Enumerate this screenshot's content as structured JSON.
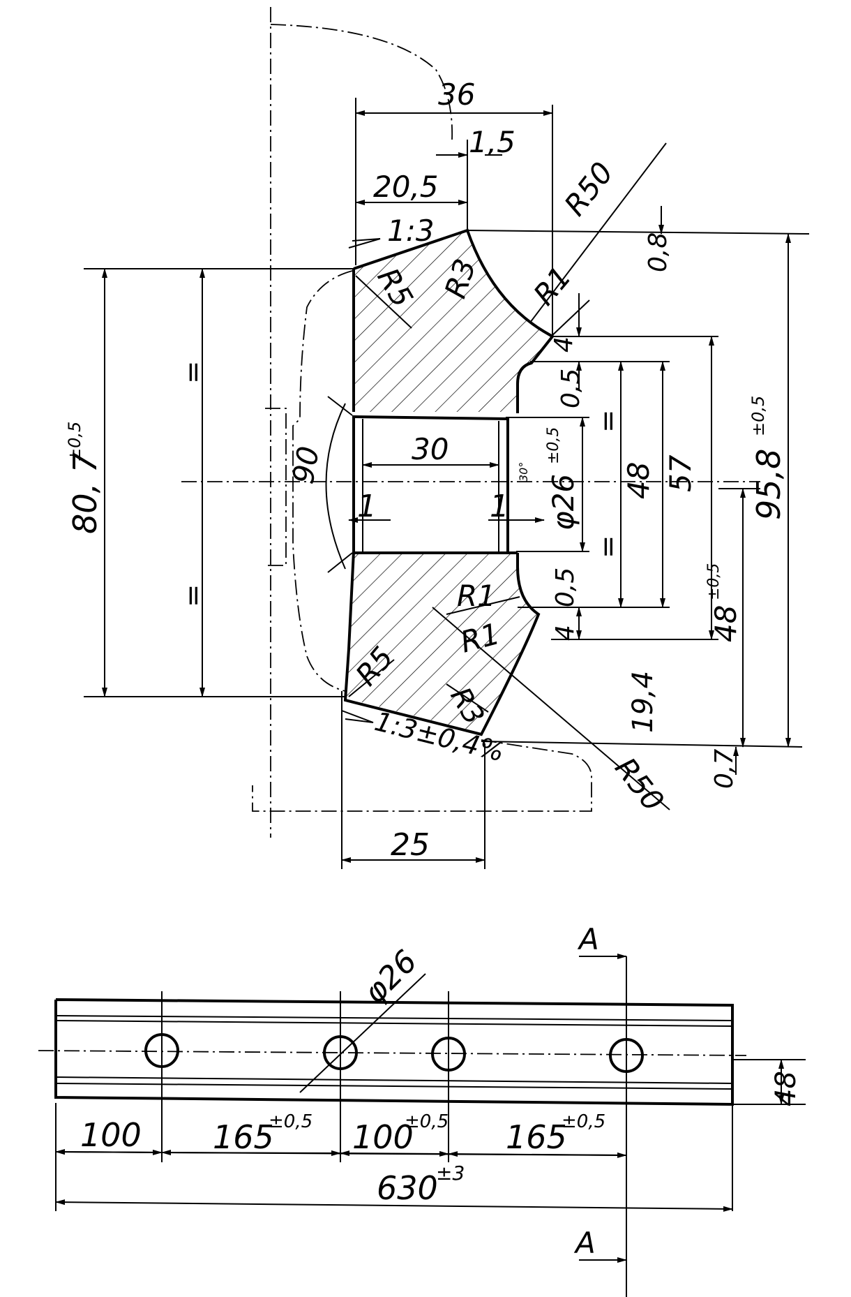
{
  "profile": {
    "dims": {
      "d36": "36",
      "d1_5": "1,5",
      "d20_5": "20,5",
      "r50_top": "R50",
      "slope_top": "1:3",
      "r3_top": "R3",
      "r5_top": "R5",
      "r1_top": "R1",
      "d0_8": "0,8",
      "d4_top": "4",
      "d0_5_top": "0,5",
      "eq_top_left": "=",
      "eq_bottom_left": "=",
      "eq_top_right": "=",
      "eq_bottom_right": "=",
      "angle90": "90",
      "d30": "30",
      "d1_left": "1",
      "d1_right": "1",
      "deg30": "30°",
      "hole_dia": "φ26",
      "hole_dia_tol": "±0,5",
      "d48": "48",
      "d57": "57",
      "h80_7": "80, 7",
      "h80_7_tol": "±0,5",
      "h95_8": "95,8",
      "h95_8_tol": "±0,5",
      "d48_tol_main": "48",
      "d48_tol": "±0,5",
      "r1_mid": "R1",
      "r1_low": "R1",
      "d4_bottom": "4",
      "d0_5_bottom": "0,5",
      "r5_bottom": "R5",
      "r3_bottom": "R3",
      "slope_bottom": "1:3±0,4%",
      "d19_4": "19,4",
      "d0_7": "0,7",
      "r50_bottom": "R50",
      "d25": "25"
    }
  },
  "plan": {
    "hole_label": "φ26",
    "section_top": "A",
    "section_bottom": "A",
    "d100_a": "100",
    "d165_a": "165",
    "d165_a_tol": "±0,5",
    "d100_b": "100",
    "d100_b_tol": "±0,5",
    "d165_b": "165",
    "d165_b_tol": "±0,5",
    "total": "630",
    "total_tol": "±3",
    "height": "48"
  }
}
